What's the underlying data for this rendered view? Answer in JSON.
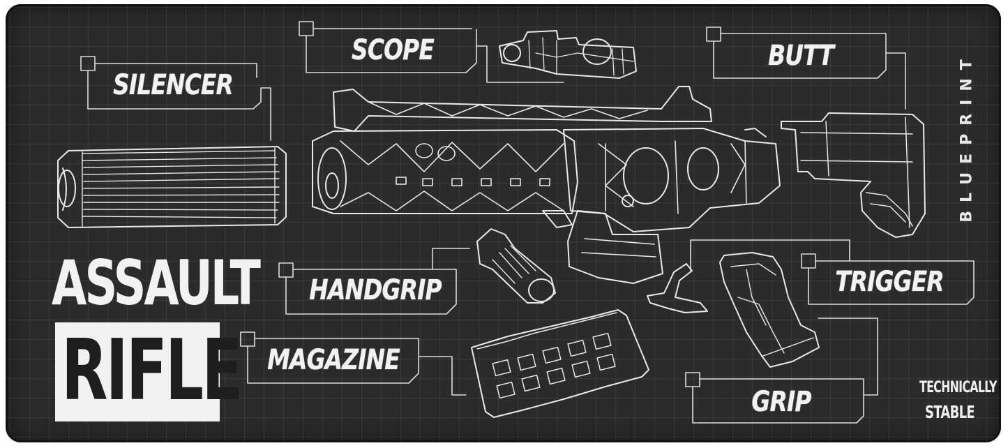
{
  "title": {
    "line1": "ASSAULT",
    "line2": "RIFLE"
  },
  "side_text": "BLUEPRINT",
  "brand": {
    "line1": "TECHNICALLY",
    "line2": "STABLE"
  },
  "parts": {
    "silencer": "SILENCER",
    "scope": "SCOPE",
    "butt": "BUTT",
    "handgrip": "HANDGRIP",
    "magazine": "MAGAZINE",
    "trigger": "TRIGGER",
    "grip": "GRIP"
  },
  "colors": {
    "background": "#2b2b2b",
    "line": "#f2f2f2",
    "grid": "#3a3a3a"
  }
}
